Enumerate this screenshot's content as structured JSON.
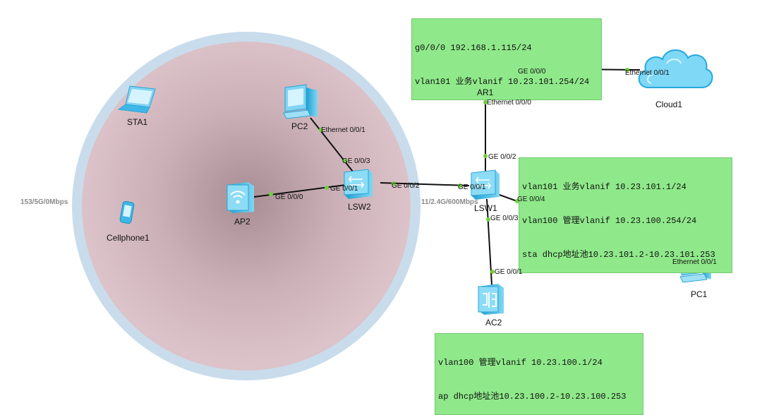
{
  "notes": {
    "ar1_lines": [
      "g0/0/0 192.168.1.115/24",
      "vlan101 业务vlanif 10.23.101.254/24"
    ],
    "lsw1_lines": [
      "vlan101 业务vlanif 10.23.101.1/24",
      "vlan100 管理vlanif 10.23.100.254/24",
      "sta dhcp地址池10.23.101.2-10.23.101.253"
    ],
    "ac2_lines": [
      "vlan100 管理vlanif 10.23.100.1/24",
      "ap dhcp地址池10.23.100.2-10.23.100.253"
    ]
  },
  "devices": {
    "ar1": "AR1",
    "cloud1": "Cloud1",
    "lsw1": "LSW1",
    "lsw2": "LSW2",
    "ap2": "AP2",
    "pc1": "PC1",
    "pc2": "PC2",
    "ac2": "AC2",
    "sta1": "STA1",
    "cellphone1": "Cellphone1"
  },
  "ports": {
    "ar1_ge000": "GE 0/0/0",
    "cloud1_eth001": "Ethernet 0/0/1",
    "ar1_eth000": "Ethernet 0/0/0",
    "lsw1_ge002": "GE 0/0/2",
    "lsw1_ge001": "GE 0/0/1",
    "lsw1_ge004": "GE 0/0/4",
    "lsw1_ge003": "GE 0/0/3",
    "lsw2_ge002": "GE 0/0/2",
    "lsw2_ge001": "GE 0/0/1",
    "lsw2_ge003": "GE 0/0/3",
    "ap2_ge000": "GE 0/0/0",
    "pc2_eth001": "Ethernet 0/0/1",
    "pc1_eth001": "Ethernet 0/0/1",
    "ac2_ge001": "GE 0/0/1"
  },
  "rates": {
    "left": "153/5G/0Mbps",
    "center": "11/2.4G/600Mbps"
  },
  "colors": {
    "note_bg": "#8fe98a",
    "port_dot": "#6ed13a",
    "wifi_ring": "#c6dbeb",
    "wifi_fill": "#d9bcc4"
  },
  "icons": {
    "router": "router-icon",
    "cloud": "cloud-icon",
    "switch": "switch-icon",
    "ap": "access-point-icon",
    "pc": "pc-icon",
    "ac": "access-controller-icon",
    "laptop": "laptop-icon",
    "phone": "cellphone-icon"
  }
}
